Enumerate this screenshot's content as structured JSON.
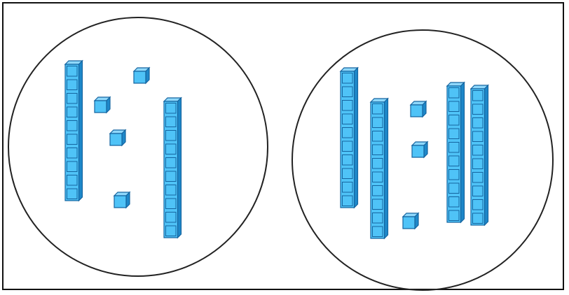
{
  "diagram": {
    "style": {
      "border_color": "#111111",
      "circle_stroke": "#222222",
      "cube_front": "#4fc3f7",
      "cube_top": "#8fd8fb",
      "cube_side": "#1e88c9",
      "cube_edge": "#1565a0"
    },
    "groups": [
      {
        "name": "left-group",
        "tens_rods": 2,
        "unit_cubes": 4
      },
      {
        "name": "right-group",
        "tens_rods": 4,
        "unit_cubes": 3
      }
    ]
  }
}
